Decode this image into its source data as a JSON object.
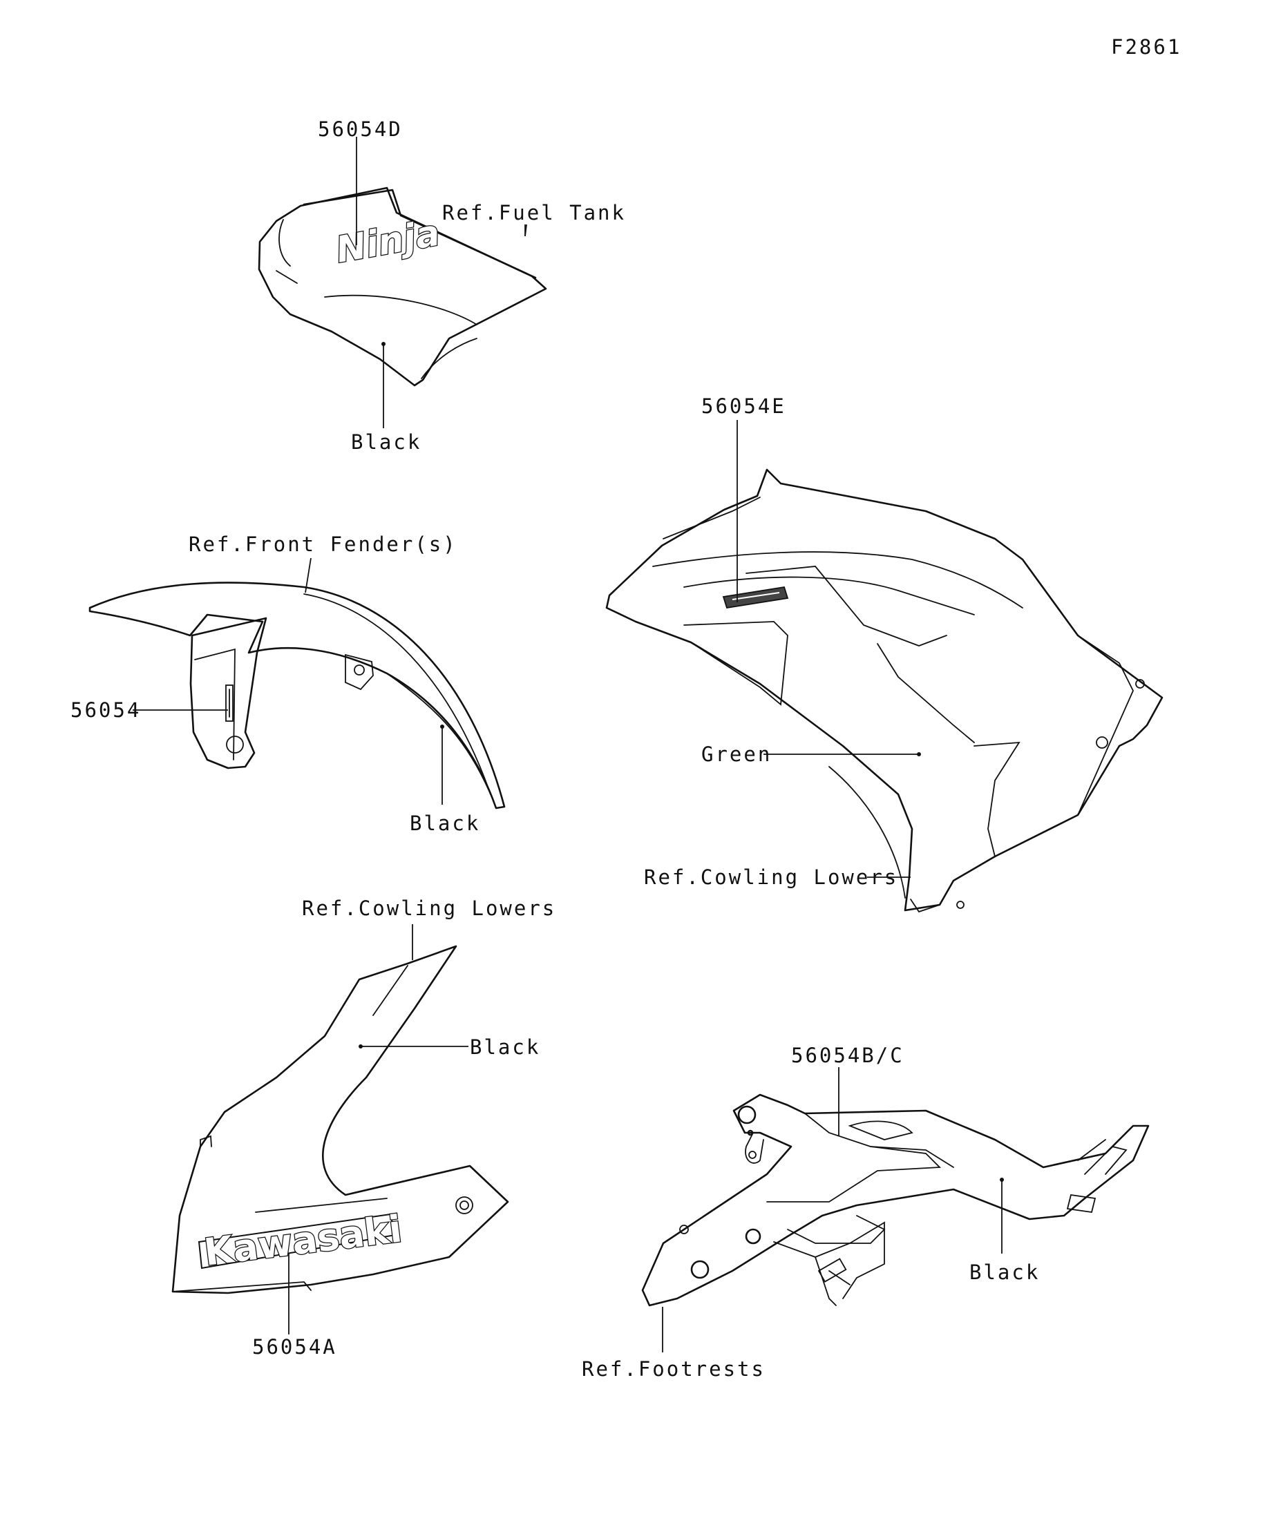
{
  "figure_id": "F2861",
  "labels": {
    "p56054D": "56054D",
    "ref_fuel_tank": "Ref.Fuel Tank",
    "black_tank": "Black",
    "p56054E": "56054E",
    "ref_front_fender": "Ref.Front Fender(s)",
    "p56054": "56054",
    "black_fender": "Black",
    "green": "Green",
    "ref_cowling_lowers_right": "Ref.Cowling Lowers",
    "ref_cowling_lowers_left": "Ref.Cowling Lowers",
    "black_cowling": "Black",
    "p56054A": "56054A",
    "p56054BC": "56054B/C",
    "black_footrest": "Black",
    "ref_footrests": "Ref.Footrests"
  },
  "decals": {
    "ninja": "Ninja",
    "kawasaki": "Kawasaki"
  },
  "colors": {
    "ink": "#111111",
    "background": "#ffffff"
  }
}
